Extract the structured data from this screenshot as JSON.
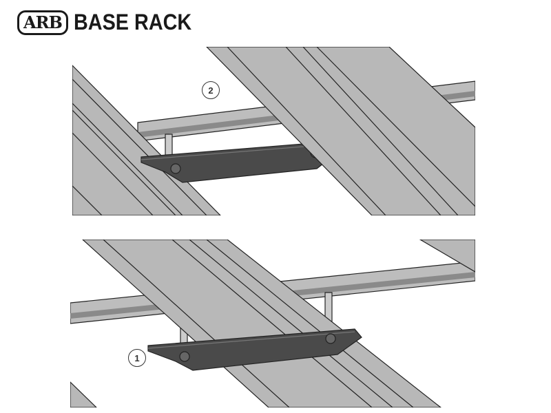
{
  "header": {
    "brand": "ARB",
    "title": "BASE RACK"
  },
  "figures": [
    {
      "step": "2"
    },
    {
      "step": "1"
    }
  ]
}
